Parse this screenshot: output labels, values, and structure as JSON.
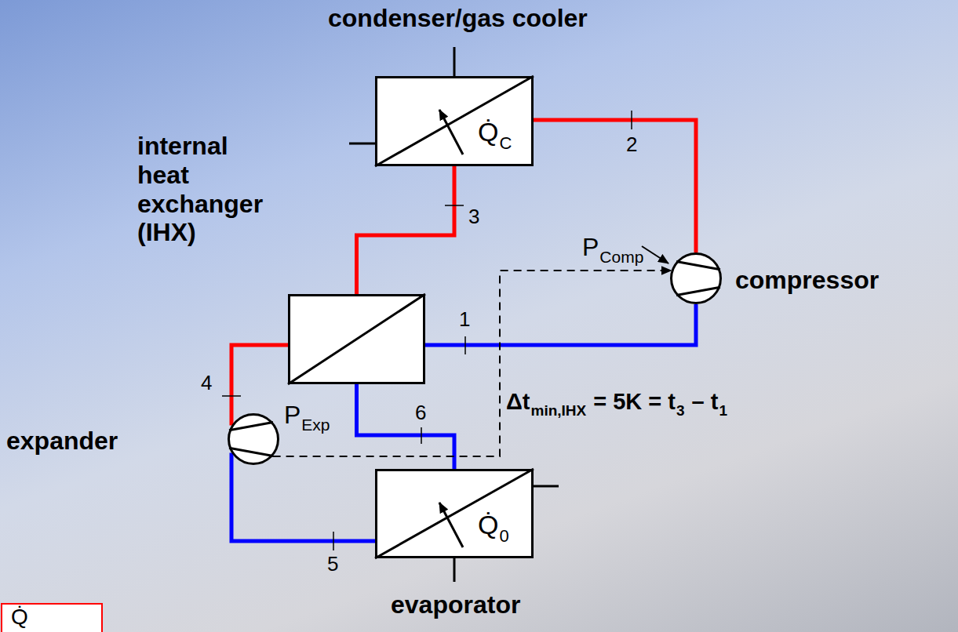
{
  "diagram": {
    "nodes": [
      {
        "text": [
          "condenser/gas cooler",
          "Q̇",
          "C"
        ]
      },
      {
        "text": [
          "compressor"
        ]
      },
      {
        "text": [
          "internal heat exchanger (IHX)"
        ]
      },
      {
        "text": [
          "expander"
        ]
      },
      {
        "text": [
          "Q̇",
          "0",
          "evaporator"
        ]
      }
    ],
    "edges": [
      {
        "from": 1,
        "to": 0,
        "arrow": "none"
      },
      {
        "from": 0,
        "to": 2,
        "arrow": "none"
      },
      {
        "from": 2,
        "to": 3,
        "arrow": "none"
      },
      {
        "from": 3,
        "to": 4,
        "arrow": "none"
      },
      {
        "from": 4,
        "to": 2,
        "arrow": "none"
      },
      {
        "from": 2,
        "to": 1,
        "arrow": "none"
      },
      {
        "from": 3,
        "to": 1,
        "arrow": "to"
      }
    ],
    "labels": [
      "2",
      "3",
      "P",
      "Comp",
      "1",
      "4",
      "Δt",
      "min,IHX",
      "= 5K = t",
      "3",
      "– t",
      "1",
      "6",
      "P",
      "Exp",
      "5",
      "Q̇"
    ]
  }
}
